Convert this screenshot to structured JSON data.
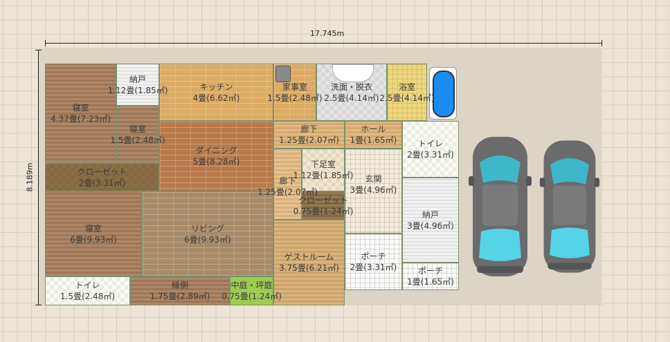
{
  "dimensions": {
    "width": "17.745m",
    "height": "8.189m"
  },
  "rooms": [
    {
      "name": "寝室",
      "area": "4.37畳(7.23㎡)"
    },
    {
      "name": "納戸",
      "area": "1.12畳(1.85㎡)"
    },
    {
      "name": "寝室",
      "area": "1.5畳(2.48㎡)"
    },
    {
      "name": "クローゼット",
      "area": "2畳(3.31㎡)"
    },
    {
      "name": "キッチン",
      "area": "4畳(6.62㎡)"
    },
    {
      "name": "ダイニング",
      "area": "5畳(8.28㎡)"
    },
    {
      "name": "寝室",
      "area": "6畳(9.93㎡)"
    },
    {
      "name": "リビング",
      "area": "6畳(9.93㎡)"
    },
    {
      "name": "トイレ",
      "area": "1.5畳(2.48㎡)"
    },
    {
      "name": "縁側",
      "area": "1.75畳(2.89㎡)"
    },
    {
      "name": "中庭・坪庭",
      "area": "0.75畳(1.24㎡)"
    },
    {
      "name": "ゲストルーム",
      "area": "3.75畳(6.21㎡)"
    },
    {
      "name": "家事室",
      "area": "1.5畳(2.48㎡)"
    },
    {
      "name": "洗面・脱衣",
      "area": "2.5畳(4.14㎡)"
    },
    {
      "name": "浴室",
      "area": "2.5畳(4.14㎡)"
    },
    {
      "name": "廊下",
      "area": "1.25畳(2.07㎡)"
    },
    {
      "name": "ホール",
      "area": "1畳(1.65㎡)"
    },
    {
      "name": "トイレ",
      "area": "2畳(3.31㎡)"
    },
    {
      "name": "廊下",
      "area": "1.25畳(2.07㎡)"
    },
    {
      "name": "下足室",
      "area": "1.12畳(1.85㎡)"
    },
    {
      "name": "クローゼット",
      "area": "0.75畳(1.24㎡)"
    },
    {
      "name": "玄関",
      "area": "3畳(4.96㎡)"
    },
    {
      "name": "納戸",
      "area": "3畳(4.96㎡)"
    },
    {
      "name": "ポーチ",
      "area": "2畳(3.31㎡)"
    },
    {
      "name": "ポーチ",
      "area": "1畳(1.65㎡)"
    }
  ],
  "colors": {
    "bedroom": "#a67d5b",
    "kitchen": "#dcaa62",
    "dining": "#b97a4a",
    "living": "#a88a68",
    "closet": "#8b6e47",
    "garden": "#9ccc52",
    "tub": "#1a8cf0"
  }
}
